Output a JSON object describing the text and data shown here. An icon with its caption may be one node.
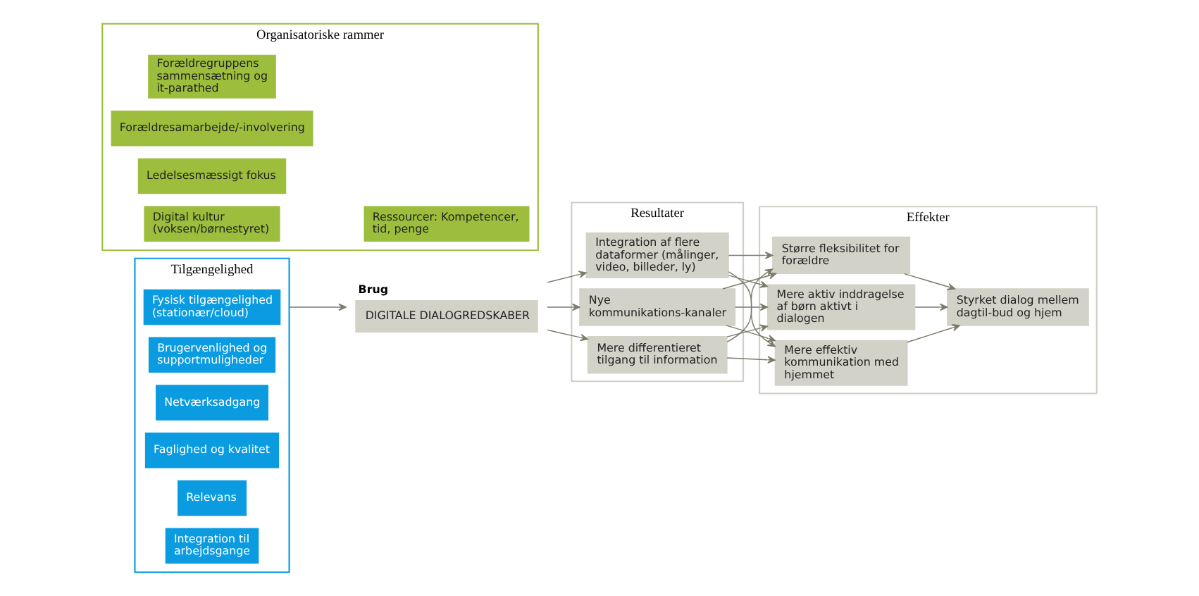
{
  "diagram": {
    "nodes": [
      {
        "text": [
          "Tilgængelighed"
        ]
      },
      {
        "text": [
          "Fysisk tilgængelighed (stationær/cloud)"
        ],
        "in": 0
      },
      {
        "text": [
          "Brugervenlighed og supportmuligheder"
        ],
        "in": 0
      },
      {
        "text": [
          "Netværksadgang"
        ],
        "in": 0
      },
      {
        "text": [
          "Faglighed og kvalitet"
        ],
        "in": 0
      },
      {
        "text": [
          "Relevans"
        ],
        "in": 0
      },
      {
        "text": [
          "Integration til arbejdsgange"
        ],
        "in": 0
      },
      {
        "text": [
          "Organisatoriske rammer"
        ]
      },
      {
        "text": [
          "Ressourcer: Kompetencer, tid, penge"
        ],
        "in": 7
      },
      {
        "text": [
          "Forældregruppens sammensætning og it-parathed"
        ],
        "in": 7
      },
      {
        "text": [
          "Forældresamarbejde/-involvering"
        ],
        "in": 7
      },
      {
        "text": [
          "Ledelsesmæssigt fokus"
        ],
        "in": 7
      },
      {
        "text": [
          "Digital kultur (voksen/børnestyret)"
        ],
        "in": 7
      },
      {
        "text": [
          "Brug",
          "DIGITALE DIALOGREDSKABER"
        ]
      },
      {
        "text": [
          "Resultater"
        ]
      },
      {
        "text": [
          "Nye kommunikations-kanaler"
        ],
        "in": 14
      },
      {
        "text": [
          "Mere differentieret tilgang til information"
        ],
        "in": 14
      },
      {
        "text": [
          "Integration af flere dataformer (målinger, video, billeder, ly)"
        ],
        "in": 14
      },
      {
        "text": [
          "Effekter"
        ]
      },
      {
        "text": [
          "Mere effektiv kommunikation med hjemmet"
        ],
        "in": 18
      },
      {
        "text": [
          "Større fleksibilitet for forældre"
        ],
        "in": 18
      },
      {
        "text": [
          "Mere aktiv inddragelse af børn aktivt i dialogen"
        ],
        "in": 18
      },
      {
        "text": [
          "Styrket dialog mellem dagtil-bud og hjem"
        ],
        "in": 18
      }
    ],
    "edges": [
      {
        "from": 0,
        "to": 13,
        "arrow": "to"
      },
      {
        "from": 13,
        "to": 15,
        "arrow": "to"
      },
      {
        "from": 13,
        "to": 16,
        "arrow": "to"
      },
      {
        "from": 13,
        "to": 17,
        "arrow": "to"
      },
      {
        "from": 15,
        "to": 19,
        "arrow": "to"
      },
      {
        "from": 15,
        "to": 20,
        "arrow": "to"
      },
      {
        "from": 15,
        "to": 21,
        "arrow": "to"
      },
      {
        "from": 16,
        "to": 19,
        "arrow": "to"
      },
      {
        "from": 16,
        "to": 20,
        "arrow": "to"
      },
      {
        "from": 16,
        "to": 21,
        "arrow": "to"
      },
      {
        "from": 17,
        "to": 19,
        "arrow": "to"
      },
      {
        "from": 17,
        "to": 20,
        "arrow": "to"
      },
      {
        "from": 17,
        "to": 21,
        "arrow": "to"
      },
      {
        "from": 19,
        "to": 22,
        "arrow": "to"
      },
      {
        "from": 20,
        "to": 22,
        "arrow": "to"
      },
      {
        "from": 21,
        "to": 22,
        "arrow": "to"
      }
    ]
  }
}
